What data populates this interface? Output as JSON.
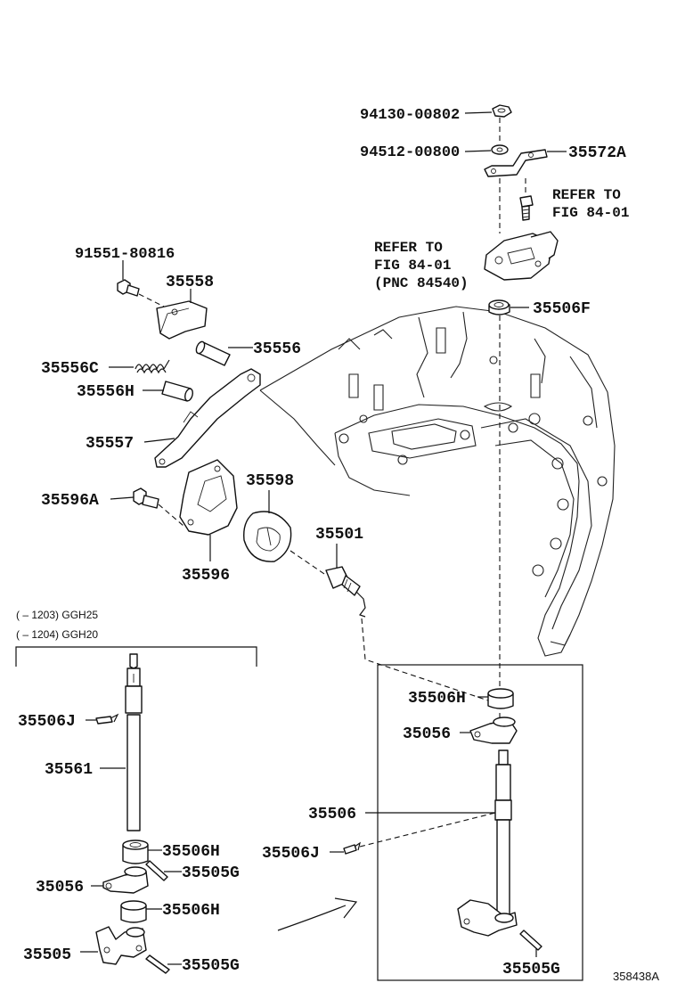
{
  "labels": {
    "p_94130": "94130-00802",
    "p_94512": "94512-00800",
    "p_35572A": "35572A",
    "refer_top_1": "REFER TO",
    "refer_top_2": "FIG 84-01",
    "refer_mid_1": "REFER TO",
    "refer_mid_2": "FIG 84-01",
    "refer_mid_3": "(PNC 84540)",
    "p_35506F": "35506F",
    "p_91551": "91551-80816",
    "p_35558": "35558",
    "p_35556": "35556",
    "p_35556C": "35556C",
    "p_35556H": "35556H",
    "p_35557": "35557",
    "p_35598": "35598",
    "p_35596A": "35596A",
    "p_35501": "35501",
    "p_35596": "35596",
    "note_1": "(        – 1203) GGH25",
    "note_2": "(        – 1204) GGH20",
    "left_35506J": "35506J",
    "left_35561": "35561",
    "left_35506H_a": "35506H",
    "left_35505G_a": "35505G",
    "left_35056": "35056",
    "left_35506H_b": "35506H",
    "left_35505": "35505",
    "left_35505G_b": "35505G",
    "right_35506H": "35506H",
    "right_35056": "35056",
    "right_35506": "35506",
    "right_35506J": "35506J",
    "right_35505G": "35505G",
    "illustration_id": "358438A"
  }
}
